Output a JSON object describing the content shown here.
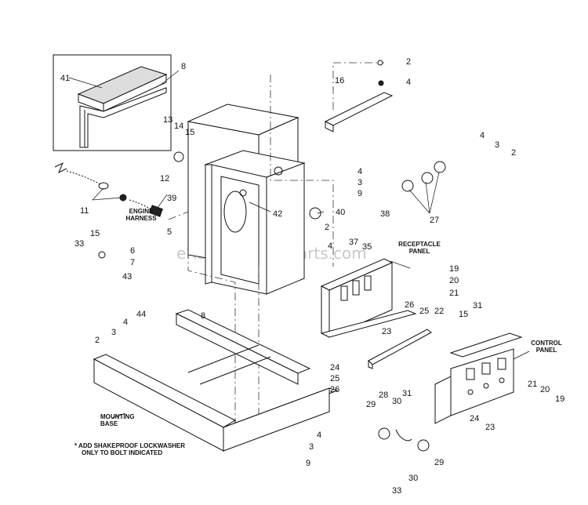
{
  "labels": {
    "engine_harness": [
      "ENGINE",
      "HARNESS"
    ],
    "receptacle_panel": [
      "RECEPTACLE",
      "PANEL"
    ],
    "control_panel": [
      "CONTROL",
      "PANEL"
    ],
    "mounting_base": [
      "MOUNTING",
      "BASE"
    ],
    "note": [
      "* ADD SHAKEPROOF LOCKWASHER",
      "ONLY TO BOLT INDICATED"
    ]
  },
  "watermark": "eReplacementParts.com",
  "callouts": {
    "c41": "41",
    "c8a": "8",
    "c13": "13",
    "c14": "14",
    "c15a": "15",
    "c12": "12",
    "c11": "11",
    "c39": "39",
    "c42": "42",
    "c40": "40",
    "c16": "16",
    "c2a": "2",
    "c4a": "4",
    "c4b": "4",
    "c3b": "3",
    "c9a": "9",
    "c4c": "4",
    "c3c": "3",
    "c2c": "2",
    "c27": "27",
    "c38": "38",
    "c37": "37",
    "c35": "35",
    "c2d": "2",
    "c4d": "4",
    "c5": "5",
    "c6": "6",
    "c7": "7",
    "c43": "43",
    "c33a": "33",
    "c15b": "15",
    "c44": "44",
    "c4e": "4",
    "c3e": "3",
    "c2e": "2",
    "c8b": "8",
    "c19a": "19",
    "c20a": "20",
    "c21a": "21",
    "c26a": "26",
    "c25a": "25",
    "c22": "22",
    "c23a": "23",
    "c24a": "24",
    "c25b": "25",
    "c26b": "26",
    "c31a": "31",
    "c15c": "15",
    "c21b": "21",
    "c20b": "20",
    "c19b": "19",
    "c24b": "24",
    "c23b": "23",
    "c28": "28",
    "c30a": "30",
    "c31b": "31",
    "c29a": "29",
    "c4f": "4",
    "c3f": "3",
    "c9f": "9",
    "c29b": "29",
    "c33b": "33",
    "c30b": "30"
  }
}
